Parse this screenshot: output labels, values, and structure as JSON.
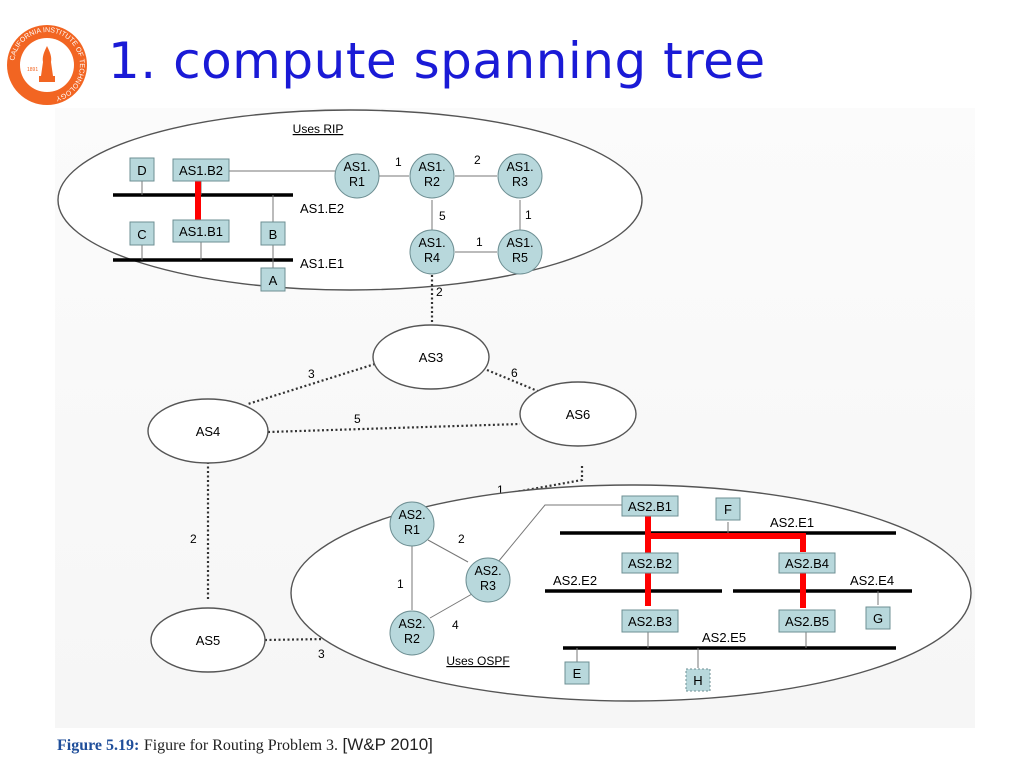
{
  "slide": {
    "title": "1. compute spanning tree",
    "logo_text": "CALIFORNIA INSTITUTE OF TECHNOLOGY",
    "logo_year": "1891"
  },
  "caption": {
    "figure_label": "Figure 5.19:",
    "description": "Figure for Routing Problem 3.",
    "citation": "[W&P 2010]"
  },
  "colors": {
    "node_fill": "#b8d8dc",
    "node_stroke": "#6e8f93",
    "highlight": "#ff0000",
    "title": "#1a1ad6",
    "logo": "#f26522"
  },
  "diagram": {
    "as1": {
      "label": "Uses RIP",
      "routers": {
        "r1": "AS1.\nR1",
        "r2": "AS1.\nR2",
        "r3": "AS1.\nR3",
        "r4": "AS1.\nR4",
        "r5": "AS1.\nR5"
      },
      "bridges": {
        "b1": "AS1.B1",
        "b2": "AS1.B2"
      },
      "hosts": {
        "a": "A",
        "b": "B",
        "c": "C",
        "d": "D"
      },
      "lans": {
        "e1": "AS1.E1",
        "e2": "AS1.E2"
      },
      "costs": {
        "r1_r2": "1",
        "r2_r3": "2",
        "r2_r4": "5",
        "r3_r5": "1",
        "r4_r5": "1"
      }
    },
    "as_nodes": {
      "as3": "AS3",
      "as4": "AS4",
      "as5": "AS5",
      "as6": "AS6"
    },
    "inter_costs": {
      "r4_as3": "2",
      "as3_as4": "3",
      "as3_as6": "6",
      "as4_as6": "5",
      "as4_as5": "2",
      "as6_as2r1": "1",
      "as5_as2r2": "3"
    },
    "as2": {
      "label": "Uses OSPF",
      "routers": {
        "r1": "AS2.\nR1",
        "r2": "AS2.\nR2",
        "r3": "AS2.\nR3"
      },
      "bridges": {
        "b1": "AS2.B1",
        "b2": "AS2.B2",
        "b3": "AS2.B3",
        "b4": "AS2.B4",
        "b5": "AS2.B5"
      },
      "hosts": {
        "e": "E",
        "f": "F",
        "g": "G",
        "h": "H"
      },
      "lans": {
        "e1": "AS2.E1",
        "e2": "AS2.E2",
        "e4": "AS2.E4",
        "e5": "AS2.E5"
      },
      "costs": {
        "r1_r3": "2",
        "r1_r2": "1",
        "r2_r3": "4"
      }
    }
  }
}
